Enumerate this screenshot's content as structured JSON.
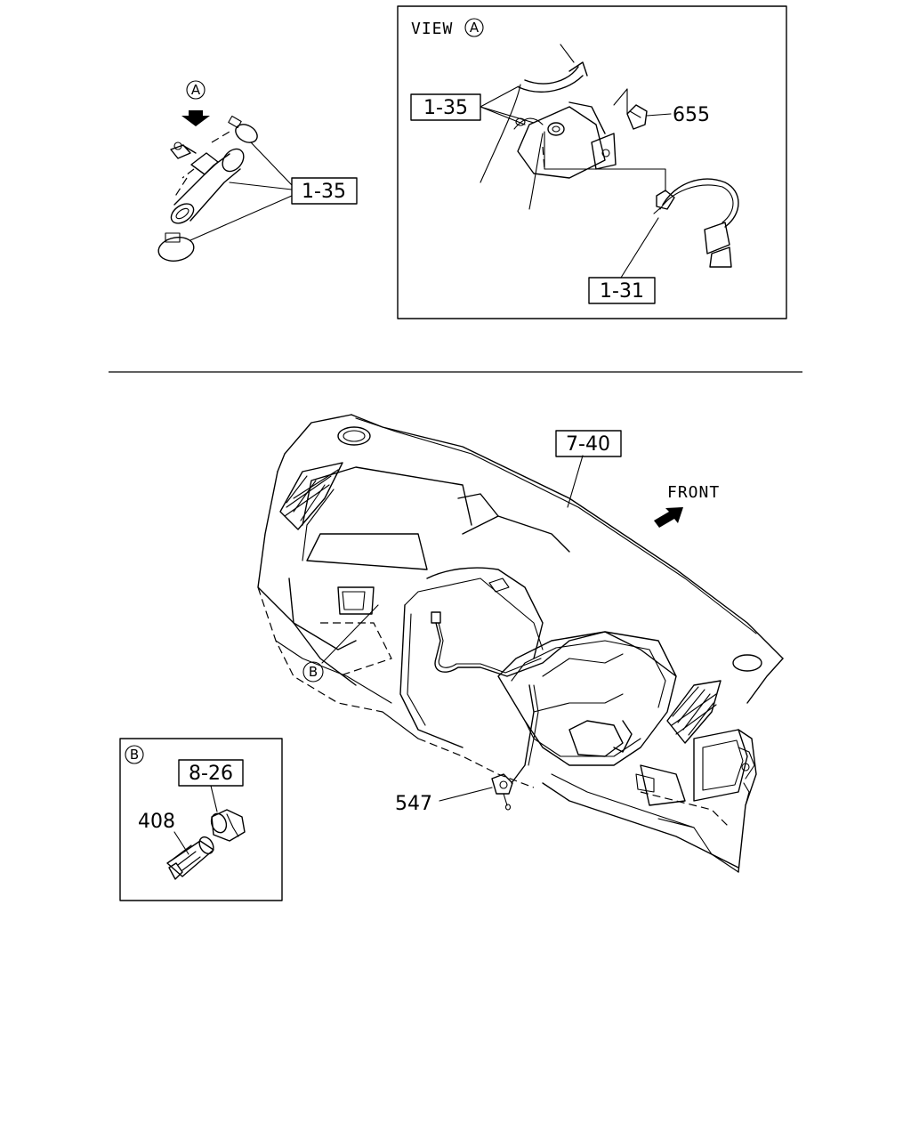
{
  "callouts": {
    "a_marker": "A",
    "ref_1_35_left": "1-35",
    "view_title": "VIEW",
    "view_marker": "A",
    "ref_1_35_view": "1-35",
    "part_655": "655",
    "ref_1_31": "1-31",
    "ref_7_40": "7-40",
    "front": "FRONT",
    "b_marker": "B",
    "part_547": "547",
    "inset_b_marker": "B",
    "ref_8_26": "8-26",
    "part_408": "408"
  }
}
